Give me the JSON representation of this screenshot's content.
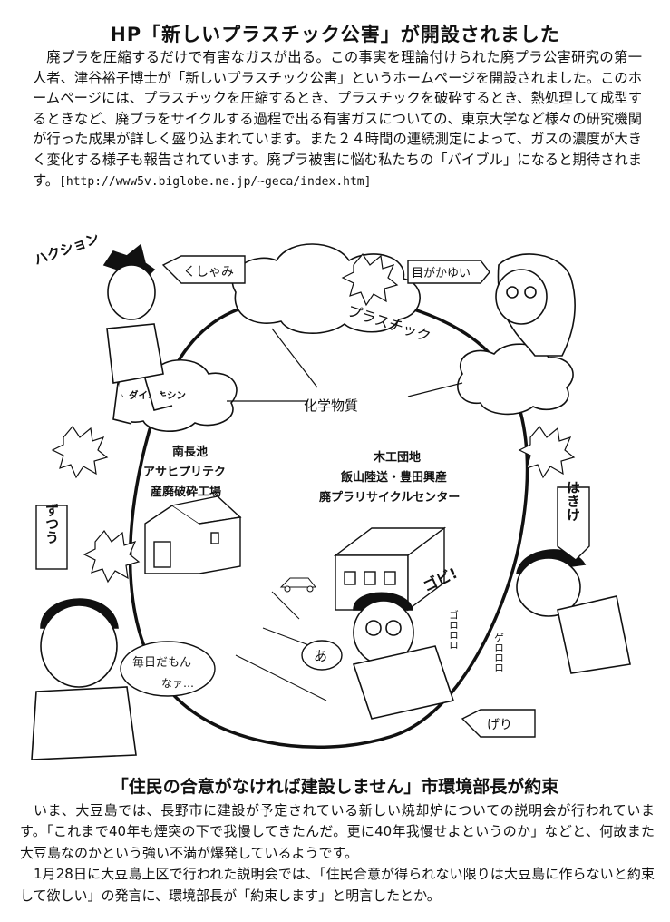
{
  "article1": {
    "title": "HP「新しいプラスチック公害」が開設されました",
    "body": "廃プラを圧縮するだけで有害なガスが出る。この事実を理論付けられた廃プラ公害研究の第一人者、津谷裕子博士が「新しいプラスチック公害」というホームページを開設されました。このホームページには、プラスチックを圧縮するとき、プラスチックを破砕するとき、熱処理して成型するときなど、廃プラをサイクルする過程で出る有害ガスについての、東京大学など様々の研究機関が行った成果が詳しく盛り込まれています。また２４時間の連続測定によって、ガスの濃度が大きく変化する様子も報告されています。廃プラ被害に悩む私たちの「バイブル」になると期待されます。",
    "url": "[http://www5v.biglobe.ne.jp/~geca/index.htm]"
  },
  "cartoon": {
    "sneeze_sound": "ハクション",
    "sneeze_label": "くしゃみ",
    "itchy_eyes": "目がかゆい",
    "plastic": "プラスチック",
    "chemicals": "化学物質",
    "dioxin": "ダイオキシン",
    "left_plant": [
      "南長池",
      "アサヒプリテク",
      "産廃破砕工場"
    ],
    "right_plant": [
      "木工団地",
      "飯山陸送・豊田興産",
      "廃プラリサイクルセンター"
    ],
    "nausea": "はきけ",
    "headache": "ずつう",
    "everyday_1": "毎日だもん",
    "everyday_2": "なァ…",
    "ah": "あ",
    "gobi_sound": "ゴビ!",
    "gobi_tail": "ゴロロロ",
    "vomit_sound": "ゲロロロ",
    "diarrhea": "げり"
  },
  "article2": {
    "title": "「住民の合意がなければ建設しません」市環境部長が約束",
    "para1": "いま、大豆島では、長野市に建設が予定されている新しい焼却炉についての説明会が行われています。「これまで40年も煙突の下で我慢してきたんだ。更に40年我慢せよというのか」などと、何故また大豆島なのかという強い不満が爆発しているようです。",
    "para2": "1月28日に大豆島上区で行われた説明会では、「住民合意が得られない限りは大豆島に作らないと約束して欲しい」の発言に、環境部長が「約束します」と明言したとか。"
  }
}
